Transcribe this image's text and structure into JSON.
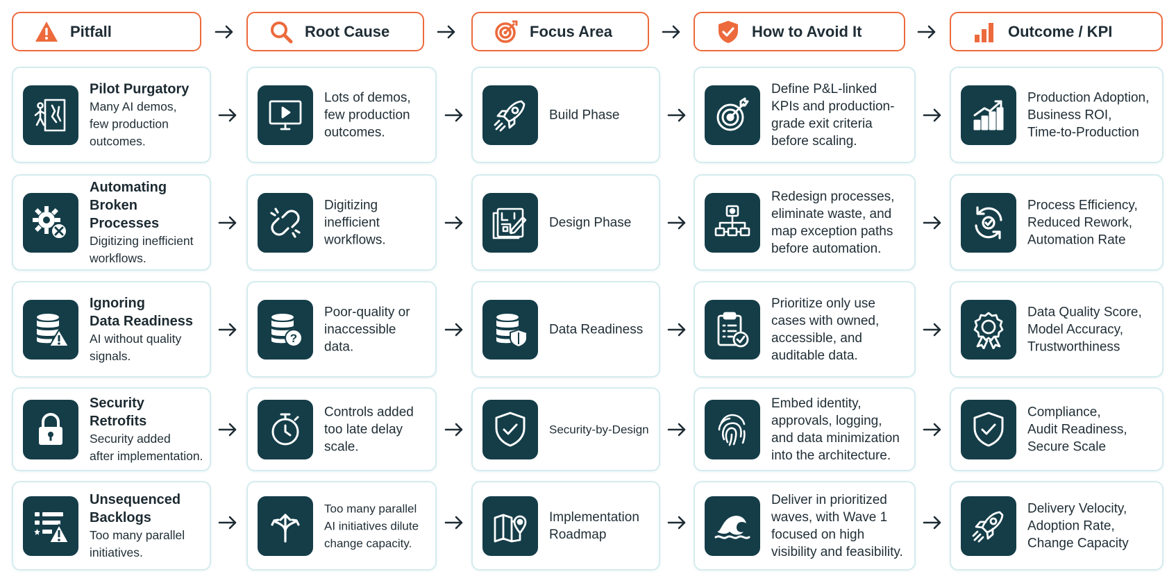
{
  "headers": [
    {
      "label": "Pitfall",
      "icon": "warning-icon"
    },
    {
      "label": "Root Cause",
      "icon": "magnifier-icon"
    },
    {
      "label": "Focus Area",
      "icon": "target-icon"
    },
    {
      "label": "How to Avoid It",
      "icon": "shield-check-icon"
    },
    {
      "label": "Outcome / KPI",
      "icon": "bar-chart-icon"
    }
  ],
  "rows": [
    {
      "pitfall": {
        "title": "Pilot Purgatory",
        "desc": "Many AI demos,\nfew production\noutcomes.",
        "icon": "exit-door-icon"
      },
      "cause": {
        "desc": "Lots of demos,\nfew production\noutcomes.",
        "icon": "video-monitor-icon"
      },
      "focus": {
        "desc": "Build Phase",
        "icon": "rocket-icon"
      },
      "avoid": {
        "desc": "Define P&L-linked\nKPIs and production-\ngrade exit criteria\nbefore scaling.",
        "icon": "target-arrow-icon"
      },
      "outcome": {
        "desc": "Production Adoption,\nBusiness ROI,\nTime-to-Production",
        "icon": "growth-chart-icon"
      }
    },
    {
      "pitfall": {
        "title": "Automating\nBroken Processes",
        "desc": "Digitizing inefficient\nworkflows.",
        "icon": "gear-error-icon"
      },
      "cause": {
        "desc": "Digitizing\ninefficient\nworkflows.",
        "icon": "broken-link-icon"
      },
      "focus": {
        "desc": "Design Phase",
        "icon": "blueprint-icon"
      },
      "avoid": {
        "desc": "Redesign processes,\neliminate waste, and\nmap exception paths\nbefore automation.",
        "icon": "process-map-icon"
      },
      "outcome": {
        "desc": "Process Efficiency,\nReduced Rework,\nAutomation Rate",
        "icon": "refresh-check-icon"
      }
    },
    {
      "pitfall": {
        "title": "Ignoring\nData Readiness",
        "desc": "AI without quality\nsignals.",
        "icon": "database-warning-icon"
      },
      "cause": {
        "desc": "Poor-quality or\ninaccessible\ndata.",
        "icon": "database-question-icon"
      },
      "focus": {
        "desc": "Data Readiness",
        "icon": "database-shield-icon"
      },
      "avoid": {
        "desc": "Prioritize only use\ncases with owned,\naccessible, and\nauditable data.",
        "icon": "clipboard-check-icon"
      },
      "outcome": {
        "desc": "Data Quality Score,\nModel Accuracy,\nTrustworthiness",
        "icon": "award-badge-icon"
      }
    },
    {
      "pitfall": {
        "title": "Security Retrofits",
        "desc": "Security added\nafter implementation.",
        "icon": "padlock-icon"
      },
      "cause": {
        "desc": "Controls added\ntoo late delay\nscale.",
        "icon": "stopwatch-icon"
      },
      "focus": {
        "desc": "Security-by-Design",
        "icon": "shield-check-icon"
      },
      "avoid": {
        "desc": "Embed identity,\napprovals, logging,\nand data minimization\ninto the architecture.",
        "icon": "fingerprint-icon"
      },
      "outcome": {
        "desc": "Compliance,\nAudit Readiness,\nSecure Scale",
        "icon": "shield-check-icon"
      }
    },
    {
      "pitfall": {
        "title": "Unsequenced\nBacklogs",
        "desc": "Too many parallel\ninitiatives.",
        "icon": "backlog-warning-icon"
      },
      "cause": {
        "desc": "Too many parallel\nAI initiatives dilute\nchange capacity.",
        "icon": "split-arrows-icon"
      },
      "focus": {
        "desc": "Implementation\nRoadmap",
        "icon": "map-pin-icon"
      },
      "avoid": {
        "desc": "Deliver in prioritized\nwaves, with Wave 1\nfocused on high\nvisibility and feasibility.",
        "icon": "wave-icon"
      },
      "outcome": {
        "desc": "Delivery Velocity,\nAdoption Rate,\nChange Capacity",
        "icon": "rocket-icon"
      }
    }
  ],
  "colors": {
    "accent": "#ec6a3c",
    "tile": "#143d48",
    "card_border": "#d4ecef",
    "text": "#1d2b33"
  }
}
